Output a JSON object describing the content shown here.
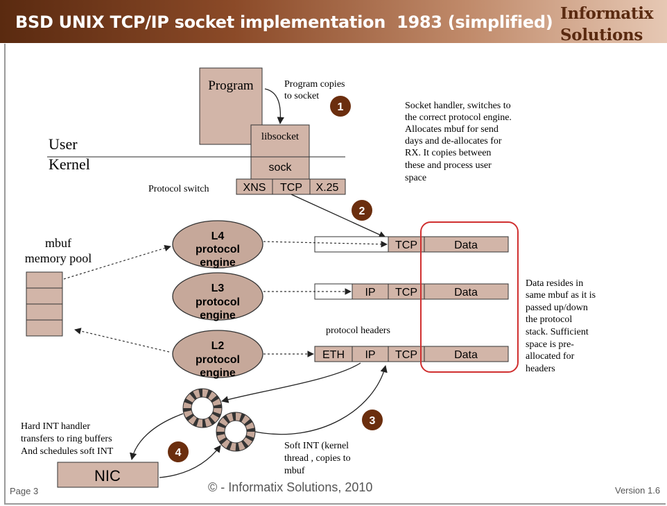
{
  "header": {
    "title": "BSD UNIX TCP/IP socket implementation  1983 (simplified)",
    "logo_line1": "Informatix",
    "logo_line2": "Solutions"
  },
  "labels": {
    "program": "Program",
    "program_copies_line1": "Program copies",
    "program_copies_line2": "to socket",
    "libsocket": "libsocket",
    "sock": "sock",
    "user": "User",
    "kernel": "Kernel",
    "protocol_switch": "Protocol switch",
    "xns": "XNS",
    "tcp": "TCP",
    "x25": "X.25",
    "mbuf_line1": "mbuf",
    "mbuf_line2": "memory pool",
    "ip": "IP",
    "eth": "ETH",
    "data": "Data",
    "protocol_headers": "protocol headers",
    "nic": "NIC"
  },
  "engines": [
    {
      "line1": "L4",
      "line2": "protocol",
      "line3": "engine"
    },
    {
      "line1": "L3",
      "line2": "protocol",
      "line3": "engine"
    },
    {
      "line1": "L2",
      "line2": "protocol",
      "line3": "engine"
    }
  ],
  "notes": {
    "socket_handler": [
      "Socket handler, switches to",
      "the correct protocol engine.",
      "Allocates mbuf for send",
      "days and de-allocates for",
      "RX.   It copies between",
      "these and  process user",
      "space"
    ],
    "data_resides": [
      "Data resides in",
      "same mbuf as it is",
      "passed up/down",
      "the protocol",
      "stack. Sufficient",
      "space is pre-",
      "allocated for",
      "headers"
    ],
    "hard_int": [
      "Hard INT handler",
      "transfers to ring buffers",
      "And schedules soft INT"
    ],
    "soft_int": [
      "Soft INT (kernel",
      "thread , copies to",
      "mbuf"
    ]
  },
  "steps": [
    "1",
    "2",
    "3",
    "4"
  ],
  "footer": {
    "page": "Page 3",
    "copyright": "© - Informatix Solutions, 2010",
    "version": "Version 1.6"
  },
  "colors": {
    "header_dark": "#5a2a10",
    "box_fill": "#d2b5a8",
    "engine_fill": "#c6a89a",
    "step_circle": "#6b2e0e",
    "highlight_border": "#d03030"
  }
}
